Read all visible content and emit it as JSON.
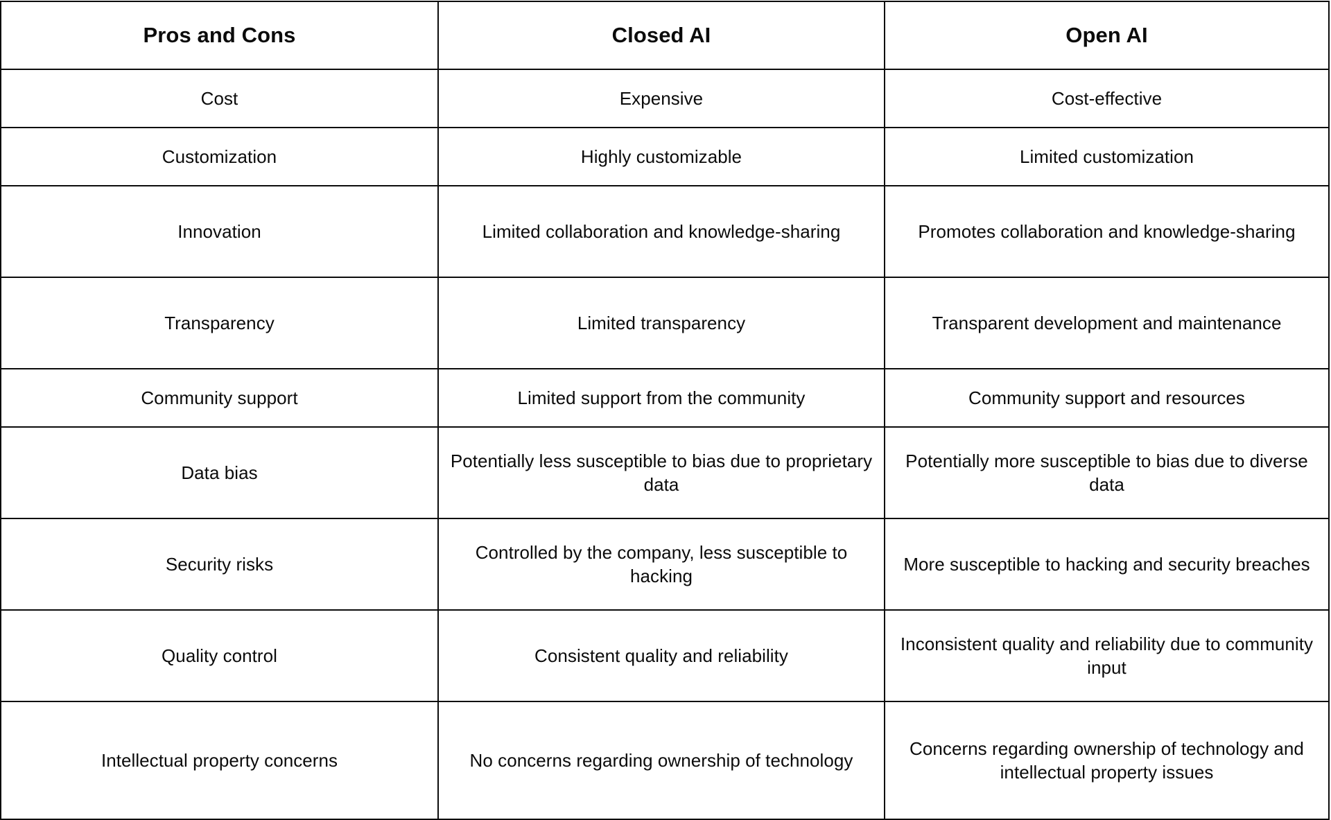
{
  "table": {
    "title": "Pros and Cons comparison table",
    "border_color": "#0b0b0b",
    "text_color": "#0b0b0b",
    "background_color": "#ffffff",
    "columns": [
      {
        "key": "criteria",
        "header": "Pros and Cons"
      },
      {
        "key": "closed_ai",
        "header": "Closed AI"
      },
      {
        "key": "open_ai",
        "header": "Open AI"
      }
    ],
    "rows": [
      {
        "criteria": "Cost",
        "closed_ai": "Expensive",
        "open_ai": "Cost-effective",
        "size": "single"
      },
      {
        "criteria": "Customization",
        "closed_ai": "Highly customizable",
        "open_ai": "Limited customization",
        "size": "single"
      },
      {
        "criteria": "Innovation",
        "closed_ai": "Limited collaboration and knowledge-sharing",
        "open_ai": "Promotes collaboration and knowledge-sharing",
        "size": "double"
      },
      {
        "criteria": "Transparency",
        "closed_ai": "Limited transparency",
        "open_ai": "Transparent development and maintenance",
        "size": "double"
      },
      {
        "criteria": "Community support",
        "closed_ai": "Limited support from the community",
        "open_ai": "Community support and resources",
        "size": "single"
      },
      {
        "criteria": "Data bias",
        "closed_ai": "Potentially less susceptible to bias due to proprietary data",
        "open_ai": "Potentially more susceptible to bias due to diverse data",
        "size": "double"
      },
      {
        "criteria": "Security risks",
        "closed_ai": "Controlled by the company, less susceptible to hacking",
        "open_ai": "More susceptible to hacking and security breaches",
        "size": "double"
      },
      {
        "criteria": "Quality control",
        "closed_ai": "Consistent quality and reliability",
        "open_ai": "Inconsistent quality and reliability due to community input",
        "size": "double"
      },
      {
        "criteria": "Intellectual property concerns",
        "closed_ai": "No concerns regarding ownership of technology",
        "open_ai": "Concerns regarding ownership of technology and intellectual property issues",
        "size": "triple"
      }
    ]
  }
}
